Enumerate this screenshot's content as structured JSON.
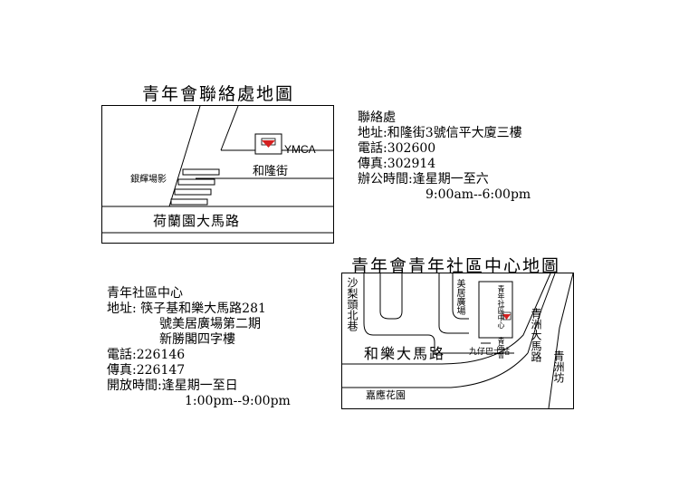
{
  "contact_map": {
    "title": "青年會聯絡處地圖",
    "labels": {
      "landmark_logo": "YMCA",
      "street_he_long": "和隆街",
      "street_cinema": "銀輝場影",
      "main_road": "荷蘭園大馬路"
    }
  },
  "contact_info": {
    "heading": "聯絡處",
    "address": "地址:和隆街3號信平大廈三樓",
    "phone": "電話:302600",
    "fax": "傳真:302914",
    "hours_label": "辦公時間:逢星期一至六",
    "hours": "9:00am--6:00pm"
  },
  "community_map": {
    "title": "青年會青年社區中心地圖",
    "labels": {
      "lane_sha_li": "沙梨頭北巷",
      "plaza_mei_ju": "美居廣場",
      "center_box": "青年社區中心 青年會",
      "road_qing_zhou": "青洲大馬路",
      "area_qing_zhou": "青洲坊",
      "main_road": "和樂大馬路",
      "bus_stop": "九仔巴士站",
      "garden": "嘉應花園"
    }
  },
  "community_info": {
    "heading": "青年社區中心",
    "address_line1": "地址: 筷子基和樂大馬路281",
    "address_line2": "號美居廣場第二期",
    "address_line3": "新勝閣四字樓",
    "phone": "電話:226146",
    "fax": "傳真:226147",
    "hours_label": "開放時間:逢星期一至日",
    "hours": "1:00pm--9:00pm"
  },
  "colors": {
    "ink": "#000000",
    "logo_red": "#d42020",
    "background": "#ffffff"
  }
}
